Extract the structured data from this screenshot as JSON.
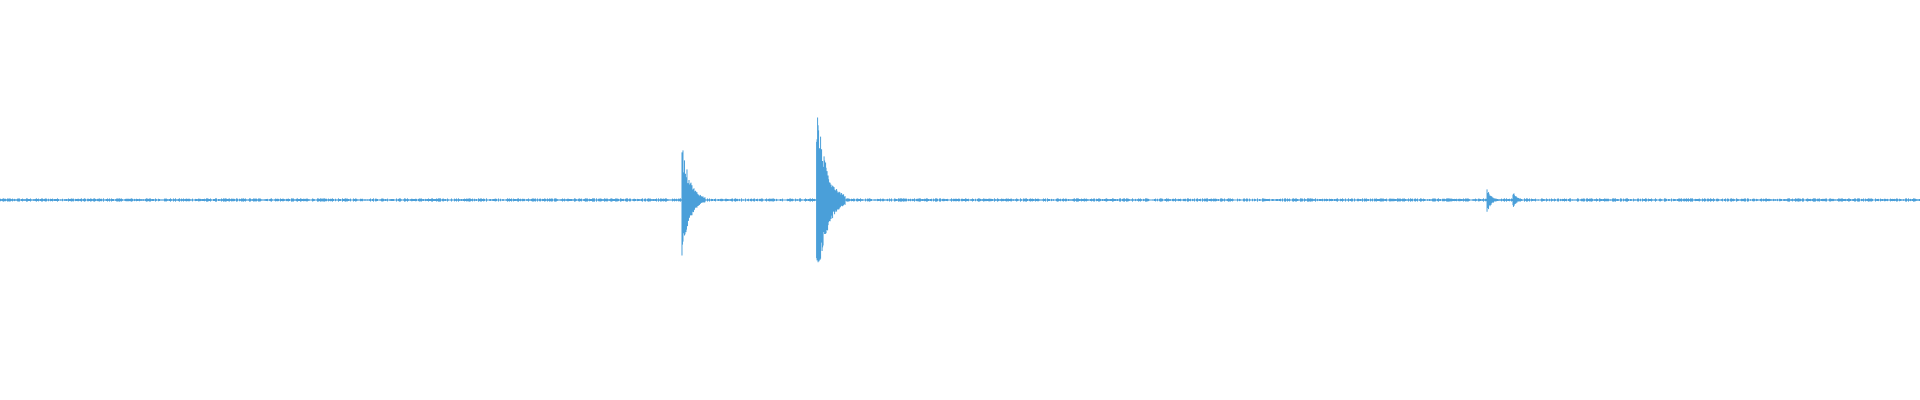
{
  "chart_data": {
    "type": "line",
    "title": "",
    "xlabel": "",
    "ylabel": "",
    "grid": false,
    "legend": "none",
    "color": "#4a9fd9",
    "ylim": [
      -1,
      1
    ],
    "xlim": [
      0,
      1
    ],
    "baseline_noise": 0.006,
    "transients": [
      {
        "t": 0.3552,
        "peak_up": 0.295,
        "peak_down": 0.285,
        "decay": 0.004
      },
      {
        "t": 0.4253,
        "peak_up": 0.485,
        "peak_down": 0.48,
        "decay": 0.005
      },
      {
        "t": 0.7745,
        "peak_up": 0.065,
        "peak_down": 0.07,
        "decay": 0.002
      },
      {
        "t": 0.788,
        "peak_up": 0.045,
        "peak_down": 0.04,
        "decay": 0.002
      }
    ]
  }
}
